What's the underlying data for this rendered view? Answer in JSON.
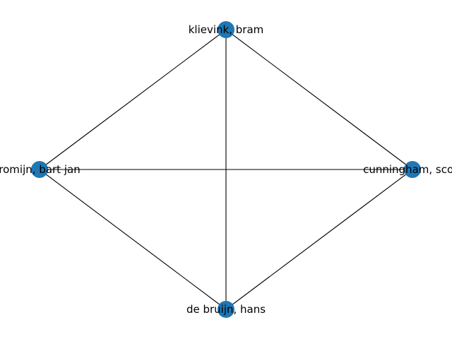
{
  "graph": {
    "node_color": "#1f77b4",
    "edge_color": "#000000",
    "nodes": [
      {
        "id": "klievink",
        "label": "klievink, bram"
      },
      {
        "id": "romijn",
        "label": "romijn, bart jan"
      },
      {
        "id": "cunningham",
        "label": "cunningham, scott"
      },
      {
        "id": "debruijn",
        "label": "de bruijn, hans"
      }
    ],
    "edges": [
      [
        "klievink",
        "romijn"
      ],
      [
        "klievink",
        "cunningham"
      ],
      [
        "klievink",
        "debruijn"
      ],
      [
        "romijn",
        "cunningham"
      ],
      [
        "romijn",
        "debruijn"
      ],
      [
        "cunningham",
        "debruijn"
      ]
    ]
  }
}
